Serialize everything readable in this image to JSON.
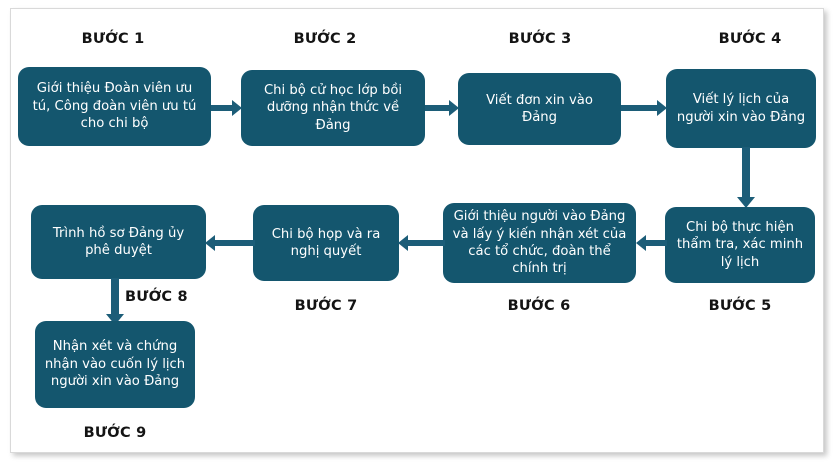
{
  "diagram": {
    "title_colors": {
      "node_fill": "#14566e",
      "node_text": "#ffffff",
      "arrow": "#1c5d78",
      "label_text": "#141414",
      "frame_border": "#d9d9d9",
      "background": "#ffffff"
    },
    "nodes": [
      {
        "id": "step1",
        "label": "BƯỚC 1",
        "text": "Giới thiệu Đoàn viên ưu tú, Công đoàn viên ưu tú cho chi bộ"
      },
      {
        "id": "step2",
        "label": "BƯỚC 2",
        "text": "Chi bộ cử học lớp bồi dưỡng nhận thức về Đảng"
      },
      {
        "id": "step3",
        "label": "BƯỚC 3",
        "text": "Viết đơn xin vào Đảng"
      },
      {
        "id": "step4",
        "label": "BƯỚC 4",
        "text": "Viết lý lịch của người xin vào Đảng"
      },
      {
        "id": "step5",
        "label": "BƯỚC 5",
        "text": "Chi bộ thực hiện thẩm tra, xác minh lý lịch"
      },
      {
        "id": "step6",
        "label": "BƯỚC 6",
        "text": "Giới thiệu người vào Đảng và lấy ý kiến nhận xét của các tổ chức, đoàn thể chính trị"
      },
      {
        "id": "step7",
        "label": "BƯỚC 7",
        "text": "Chi bộ họp và ra nghị quyết"
      },
      {
        "id": "step8",
        "label": "BƯỚC 8",
        "text": "Trình hồ sơ Đảng ủy phê duyệt"
      },
      {
        "id": "step9",
        "label": "BƯỚC 9",
        "text": "Nhận xét và chứng nhận vào cuốn lý lịch người xin vào Đảng"
      }
    ],
    "connectors": [
      {
        "id": "arrow-1-2",
        "direction": "right"
      },
      {
        "id": "arrow-2-3",
        "direction": "right"
      },
      {
        "id": "arrow-3-4",
        "direction": "right"
      },
      {
        "id": "arrow-4-5",
        "direction": "down"
      },
      {
        "id": "arrow-5-6",
        "direction": "left"
      },
      {
        "id": "arrow-6-7",
        "direction": "left"
      },
      {
        "id": "arrow-7-8",
        "direction": "left"
      },
      {
        "id": "arrow-8-9",
        "direction": "down"
      }
    ]
  }
}
